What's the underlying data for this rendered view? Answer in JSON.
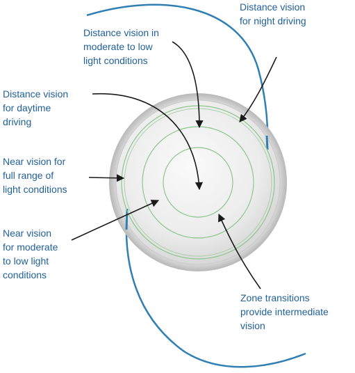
{
  "labels": {
    "distance_night": "Distance vision\nfor night driving",
    "distance_moderate": "Distance vision in\nmoderate to low\nlight conditions",
    "distance_day": "Distance vision\nfor daytime\ndriving",
    "near_full": "Near vision for\nfull range of\nlight conditions",
    "near_moderate": "Near vision\nfor moderate\nto low light\nconditions",
    "zone_transitions": "Zone transitions\nprovide intermediate\nvision"
  },
  "colors": {
    "label_text": "#1f5f9a",
    "haptic": "#2f7fb4",
    "zone_rings": "#8dc58d",
    "arrows": "#1a1a1a",
    "lens_edge": "#bdbdbd"
  }
}
